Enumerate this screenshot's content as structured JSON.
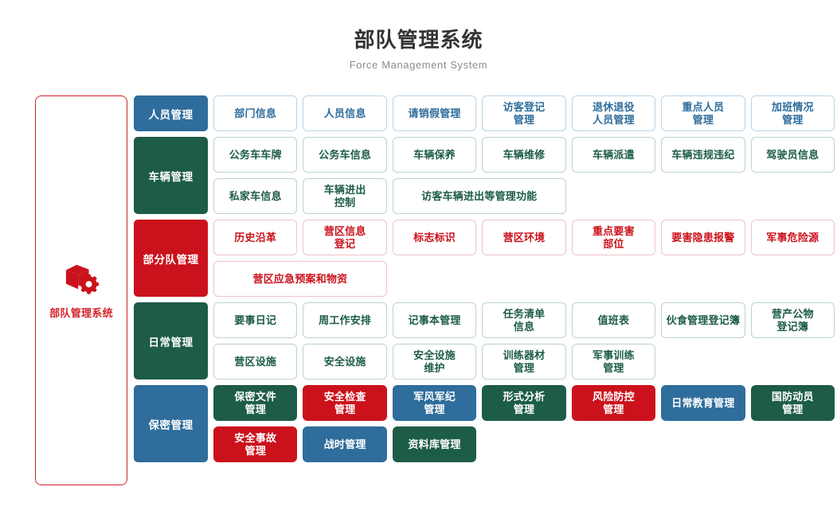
{
  "header": {
    "title": "部队管理系统",
    "subtitle": "Force Management System"
  },
  "colors": {
    "blue": "#2e6d9c",
    "green": "#1d5c47",
    "red": "#cb121c",
    "title_gray": "#333333",
    "subtitle_gray": "#8c8c8c"
  },
  "sidebar": {
    "icon": "box-gear-icon",
    "label": "部队管理系统"
  },
  "sections": [
    {
      "category": "人员管理",
      "color": "blue",
      "rows": [
        [
          {
            "label": "部门信息",
            "style": "outline-blue",
            "span": 1
          },
          {
            "label": "人员信息",
            "style": "outline-blue",
            "span": 1
          },
          {
            "label": "请销假管理",
            "style": "outline-blue",
            "span": 1
          },
          {
            "label": "访客登记\n管理",
            "style": "outline-blue",
            "span": 1
          },
          {
            "label": "退休退役\n人员管理",
            "style": "outline-blue",
            "span": 1
          },
          {
            "label": "重点人员\n管理",
            "style": "outline-blue",
            "span": 1
          },
          {
            "label": "加班情况\n管理",
            "style": "outline-blue",
            "span": 1
          }
        ]
      ]
    },
    {
      "category": "车辆管理",
      "color": "green",
      "rows": [
        [
          {
            "label": "公务车车牌",
            "style": "outline-green",
            "span": 1
          },
          {
            "label": "公务车信息",
            "style": "outline-green",
            "span": 1
          },
          {
            "label": "车辆保养",
            "style": "outline-green",
            "span": 1
          },
          {
            "label": "车辆维修",
            "style": "outline-green",
            "span": 1
          },
          {
            "label": "车辆派遣",
            "style": "outline-green",
            "span": 1
          },
          {
            "label": "车辆违规违纪",
            "style": "outline-green",
            "span": 1
          },
          {
            "label": "驾驶员信息",
            "style": "outline-green",
            "span": 1
          }
        ],
        [
          {
            "label": "私家车信息",
            "style": "outline-green",
            "span": 1
          },
          {
            "label": "车辆进出\n控制",
            "style": "outline-green",
            "span": 1
          },
          {
            "label": "访客车辆进出等管理功能",
            "style": "outline-green",
            "span": 2
          }
        ]
      ]
    },
    {
      "category": "部分队管理",
      "color": "red",
      "rows": [
        [
          {
            "label": "历史沿革",
            "style": "outline-red",
            "span": 1
          },
          {
            "label": "营区信息\n登记",
            "style": "outline-red",
            "span": 1
          },
          {
            "label": "标志标识",
            "style": "outline-red",
            "span": 1
          },
          {
            "label": "营区环境",
            "style": "outline-red",
            "span": 1
          },
          {
            "label": "重点要害\n部位",
            "style": "outline-red",
            "span": 1
          },
          {
            "label": "要害隐患报警",
            "style": "outline-red",
            "span": 1
          },
          {
            "label": "军事危险源",
            "style": "outline-red",
            "span": 1
          }
        ],
        [
          {
            "label": "营区应急预案和物资",
            "style": "outline-red",
            "span": 2
          }
        ]
      ]
    },
    {
      "category": "日常管理",
      "color": "green",
      "rows": [
        [
          {
            "label": "要事日记",
            "style": "outline-green",
            "span": 1
          },
          {
            "label": "周工作安排",
            "style": "outline-green",
            "span": 1
          },
          {
            "label": "记事本管理",
            "style": "outline-green",
            "span": 1
          },
          {
            "label": "任务清单\n信息",
            "style": "outline-green",
            "span": 1
          },
          {
            "label": "值班表",
            "style": "outline-green",
            "span": 1
          },
          {
            "label": "伙食管理登记簿",
            "style": "outline-green",
            "span": 1
          },
          {
            "label": "营产公物\n登记簿",
            "style": "outline-green",
            "span": 1
          }
        ],
        [
          {
            "label": "营区设施",
            "style": "outline-green",
            "span": 1
          },
          {
            "label": "安全设施",
            "style": "outline-green",
            "span": 1
          },
          {
            "label": "安全设施\n维护",
            "style": "outline-green",
            "span": 1
          },
          {
            "label": "训练器材\n管理",
            "style": "outline-green",
            "span": 1
          },
          {
            "label": "军事训练\n管理",
            "style": "outline-green",
            "span": 1
          }
        ]
      ]
    },
    {
      "category": "保密管理",
      "color": "blue",
      "rows": [
        [
          {
            "label": "保密文件\n管理",
            "style": "solid-green",
            "span": 1
          },
          {
            "label": "安全检查\n管理",
            "style": "solid-red",
            "span": 1
          },
          {
            "label": "军风军纪\n管理",
            "style": "solid-blue",
            "span": 1
          },
          {
            "label": "形式分析\n管理",
            "style": "solid-green",
            "span": 1
          },
          {
            "label": "风险防控\n管理",
            "style": "solid-red",
            "span": 1
          },
          {
            "label": "日常教育管理",
            "style": "solid-blue",
            "span": 1
          },
          {
            "label": "国防动员\n管理",
            "style": "solid-green",
            "span": 1
          }
        ],
        [
          {
            "label": "安全事故\n管理",
            "style": "solid-red",
            "span": 1
          },
          {
            "label": "战时管理",
            "style": "solid-blue",
            "span": 1
          },
          {
            "label": "资料库管理",
            "style": "solid-green",
            "span": 1
          }
        ]
      ]
    }
  ]
}
